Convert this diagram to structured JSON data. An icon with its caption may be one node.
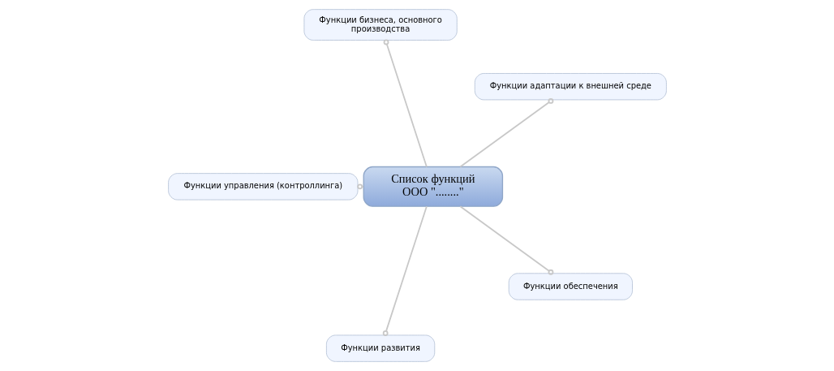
{
  "diagram": {
    "nodes": [
      {
        "text": [
          "Функции адаптации к внешней среде"
        ]
      },
      {
        "text": [
          "Функции бизнеса, основного производства"
        ]
      },
      {
        "text": [
          "Список функций ООО \"........\""
        ]
      },
      {
        "text": [
          "Функции управления (контроллинга)"
        ]
      },
      {
        "text": [
          "Функции развития"
        ]
      },
      {
        "text": [
          "Функции обеспечения"
        ]
      }
    ],
    "edges": [
      {
        "from": 2,
        "to": 0,
        "arrow": "other"
      },
      {
        "from": 2,
        "to": 1,
        "arrow": "other"
      },
      {
        "from": 2,
        "to": 3,
        "arrow": "other"
      },
      {
        "from": 2,
        "to": 4,
        "arrow": "other"
      },
      {
        "from": 2,
        "to": 5,
        "arrow": "other"
      }
    ]
  }
}
